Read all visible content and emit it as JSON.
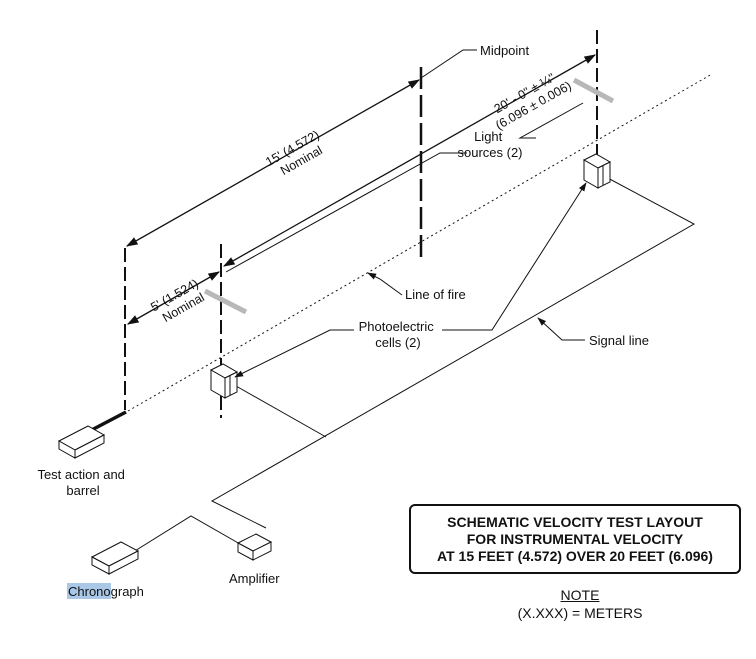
{
  "labels": {
    "midpoint": "Midpoint",
    "light_sources": [
      "Light",
      "sources (2)"
    ],
    "line_of_fire": "Line of fire",
    "photoelectric_cells": [
      "Photoelectric",
      "cells (2)"
    ],
    "signal_line": "Signal line",
    "test_action": [
      "Test action and",
      "barrel"
    ],
    "chronograph": "Chronograph",
    "amplifier": "Amplifier"
  },
  "dimensions": {
    "twenty_ft": [
      "20' - 0\" ± ¼\"",
      "(6.096 ± 0.006)"
    ],
    "fifteen_ft": [
      "15' (4.572)",
      "Nominal"
    ],
    "five_ft": [
      "5' (1.524)",
      "Nominal"
    ]
  },
  "title": {
    "line1": "SCHEMATIC VELOCITY TEST LAYOUT",
    "line2": "FOR INSTRUMENTAL VELOCITY",
    "line3": "AT 15 FEET (4.572) OVER 20 FEET (6.096)"
  },
  "note": {
    "title": "NOTE",
    "text": "(X.XXX) = METERS"
  },
  "colors": {
    "ink": "#111111",
    "light_source": "#b8b8b8",
    "highlight": "#a9c8e8"
  }
}
